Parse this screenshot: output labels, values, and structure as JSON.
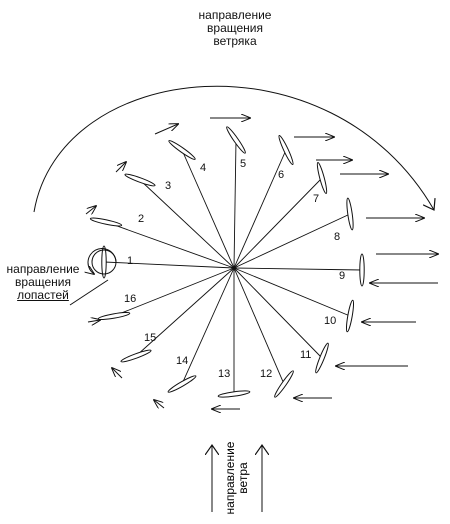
{
  "labels": {
    "rotor_rotation": [
      "направление",
      "вращения",
      "ветряка"
    ],
    "blade_rotation": [
      "направление",
      "вращения",
      "лопастей"
    ],
    "wind_direction": [
      "направление",
      "ветра"
    ]
  },
  "blades": [
    "1",
    "2",
    "3",
    "4",
    "5",
    "6",
    "7",
    "8",
    "9",
    "10",
    "11",
    "12",
    "13",
    "14",
    "15",
    "16"
  ]
}
